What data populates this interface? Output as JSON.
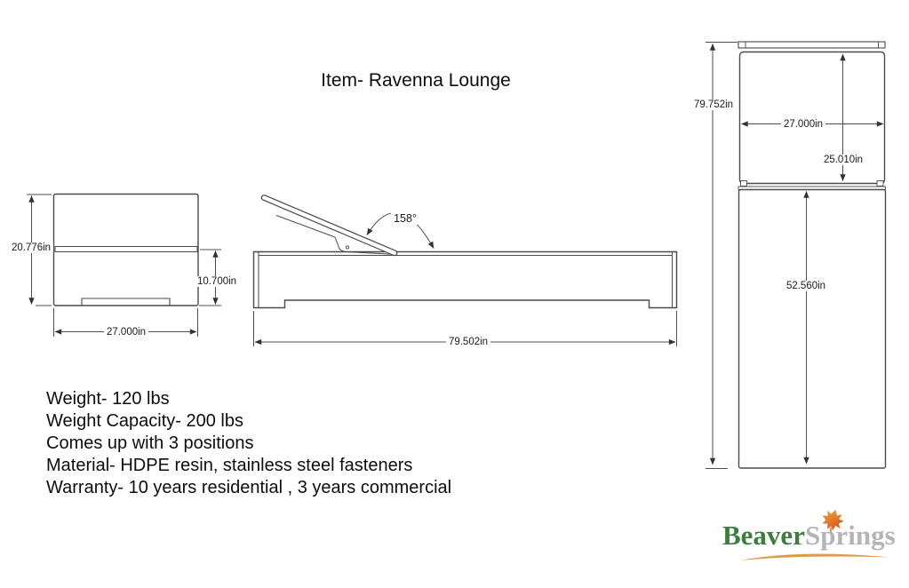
{
  "title": "Item- Ravenna Lounge",
  "dimensions": {
    "end_view": {
      "height": "20.776in",
      "seat_height": "10.700in",
      "width": "27.000in"
    },
    "side_view": {
      "backrest_angle": "158°",
      "length": "79.502in"
    },
    "top_view": {
      "overall_length": "79.752in",
      "width": "27.000in",
      "backrest_section": "25.010in",
      "seat_section": "52.560in"
    }
  },
  "specs": [
    "Weight- 120 lbs",
    "Weight Capacity- 200 lbs",
    "Comes up with 3 positions",
    "Material- HDPE resin, stainless steel fasteners",
    "Warranty- 10 years residential , 3 years commercial"
  ],
  "logo": {
    "beaver": "Beaver",
    "springs": "Springs"
  },
  "colors": {
    "line": "#4a4a4a",
    "logo_green": "#3f7d3f",
    "logo_gray": "#b5b5b5",
    "leaf_orange_light": "#f2a93b",
    "leaf_orange_dark": "#cf4a1a",
    "swoosh_orange": "#dd9a4a"
  }
}
